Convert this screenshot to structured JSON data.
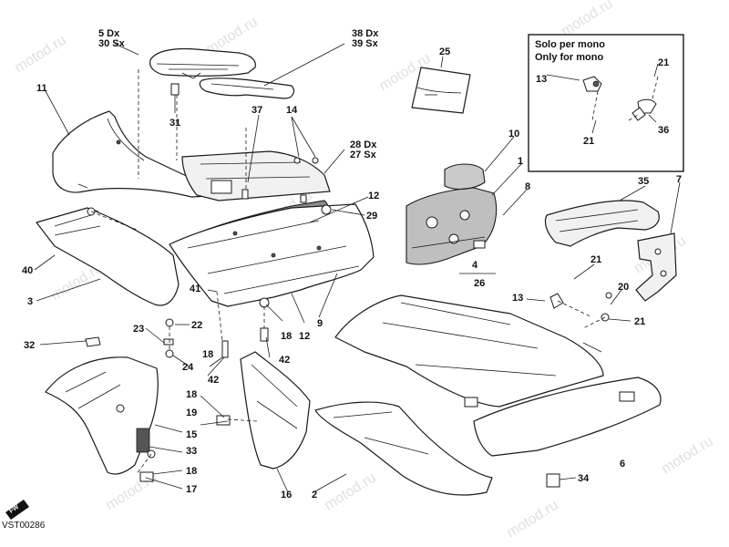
{
  "diagram": {
    "reference_code": "VST00286",
    "forward_badge": "FW",
    "watermark": "motod.ru",
    "inset": {
      "line1": "Solo per mono",
      "line2": "Only for mono"
    },
    "callouts": {
      "c1": "1",
      "c2": "2",
      "c3": "3",
      "c4": "4",
      "c5": "5 Dx",
      "c6": "6",
      "c7": "7",
      "c8": "8",
      "c9": "9",
      "c10": "10",
      "c11": "11",
      "c12a": "12",
      "c12b": "12",
      "c13a": "13",
      "c13b": "13",
      "c14": "14",
      "c15": "15",
      "c16": "16",
      "c17": "17",
      "c18a": "18",
      "c18b": "18",
      "c18c": "18",
      "c18d": "18",
      "c19": "19",
      "c20": "20",
      "c21a": "21",
      "c21b": "21",
      "c21c": "21",
      "c21d": "21",
      "c22": "22",
      "c23": "23",
      "c24": "24",
      "c25": "25",
      "c26": "26",
      "c27": "27 Sx",
      "c28": "28 Dx",
      "c29": "29",
      "c30": "30 Sx",
      "c31": "31",
      "c32": "32",
      "c33": "33",
      "c34": "34",
      "c35": "35",
      "c36": "36",
      "c37": "37",
      "c38": "38 Dx",
      "c39": "39 Sx",
      "c40": "40",
      "c41": "41",
      "c42a": "42",
      "c42b": "42"
    }
  }
}
